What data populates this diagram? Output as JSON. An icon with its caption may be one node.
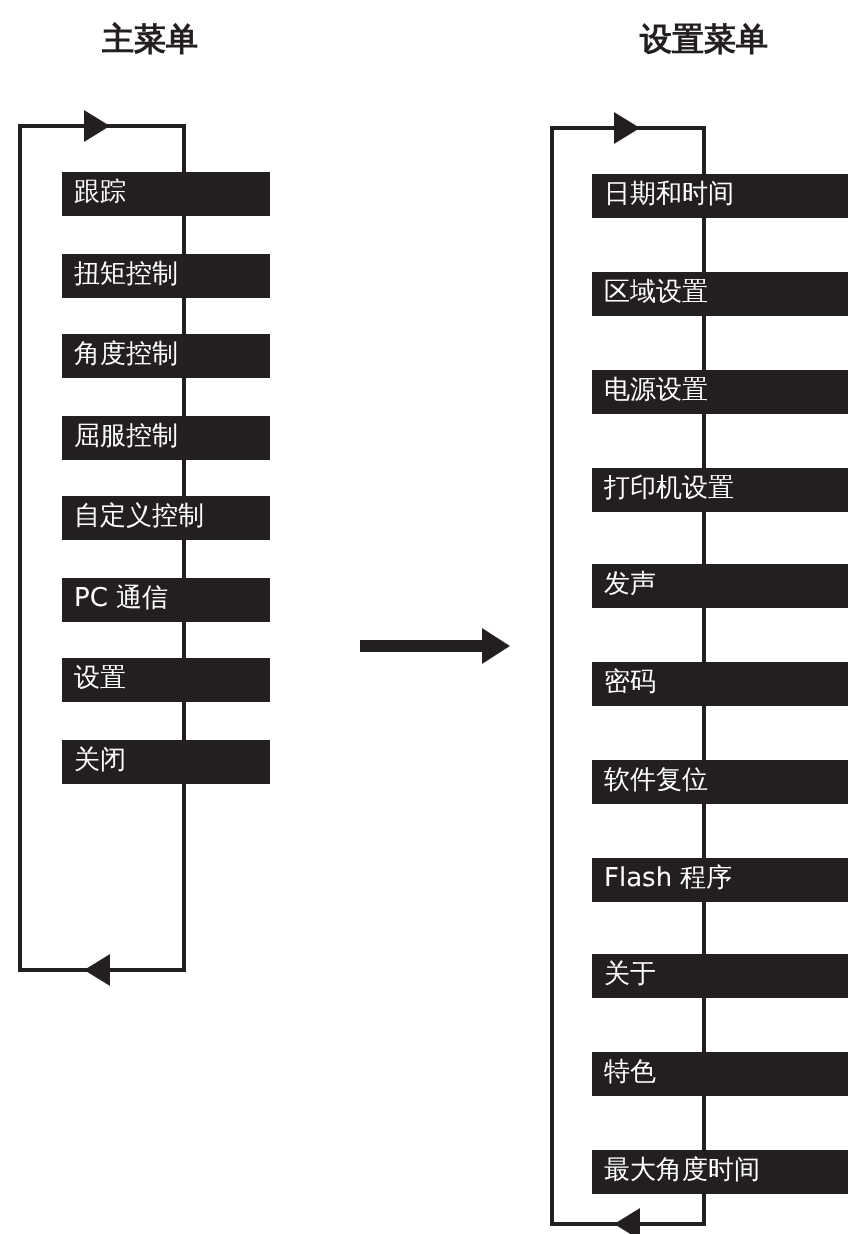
{
  "diagram": {
    "nodes": [
      {
        "text": [
          "跟踪"
        ]
      },
      {
        "text": [
          "扭矩控制"
        ]
      },
      {
        "text": [
          "角度控制"
        ]
      },
      {
        "text": [
          "屈服控制"
        ]
      },
      {
        "text": [
          "自定义控制"
        ]
      },
      {
        "text": [
          "PC 通信"
        ]
      },
      {
        "text": [
          "设置"
        ]
      },
      {
        "text": [
          "关闭"
        ]
      },
      {
        "text": [
          "日期和时间"
        ]
      },
      {
        "text": [
          "区域设置"
        ]
      },
      {
        "text": [
          "电源设置"
        ]
      },
      {
        "text": [
          "打印机设置"
        ]
      },
      {
        "text": [
          "发声"
        ]
      },
      {
        "text": [
          "密码"
        ]
      },
      {
        "text": [
          "软件复位"
        ]
      },
      {
        "text": [
          "Flash 程序"
        ]
      },
      {
        "text": [
          "关于"
        ]
      },
      {
        "text": [
          "特色"
        ]
      },
      {
        "text": [
          "最大角度时间"
        ]
      }
    ],
    "edges": [
      {
        "from": 0,
        "to": 1,
        "arrow": "none"
      },
      {
        "from": 1,
        "to": 2,
        "arrow": "none"
      },
      {
        "from": 2,
        "to": 3,
        "arrow": "none"
      },
      {
        "from": 3,
        "to": 4,
        "arrow": "none"
      },
      {
        "from": 4,
        "to": 5,
        "arrow": "none"
      },
      {
        "from": 5,
        "to": 6,
        "arrow": "none"
      },
      {
        "from": 6,
        "to": 7,
        "arrow": "none"
      },
      {
        "from": 7,
        "to": 0,
        "arrow": "to"
      },
      {
        "from": 8,
        "to": 9,
        "arrow": "none"
      },
      {
        "from": 9,
        "to": 10,
        "arrow": "none"
      },
      {
        "from": 10,
        "to": 11,
        "arrow": "none"
      },
      {
        "from": 11,
        "to": 12,
        "arrow": "none"
      },
      {
        "from": 12,
        "to": 13,
        "arrow": "none"
      },
      {
        "from": 13,
        "to": 14,
        "arrow": "none"
      },
      {
        "from": 14,
        "to": 15,
        "arrow": "none"
      },
      {
        "from": 15,
        "to": 16,
        "arrow": "none"
      },
      {
        "from": 16,
        "to": 17,
        "arrow": "none"
      },
      {
        "from": 17,
        "to": 18,
        "arrow": "none"
      },
      {
        "from": 18,
        "to": 8,
        "arrow": "to"
      }
    ],
    "labels": [
      "主菜单",
      "设置菜单"
    ]
  }
}
